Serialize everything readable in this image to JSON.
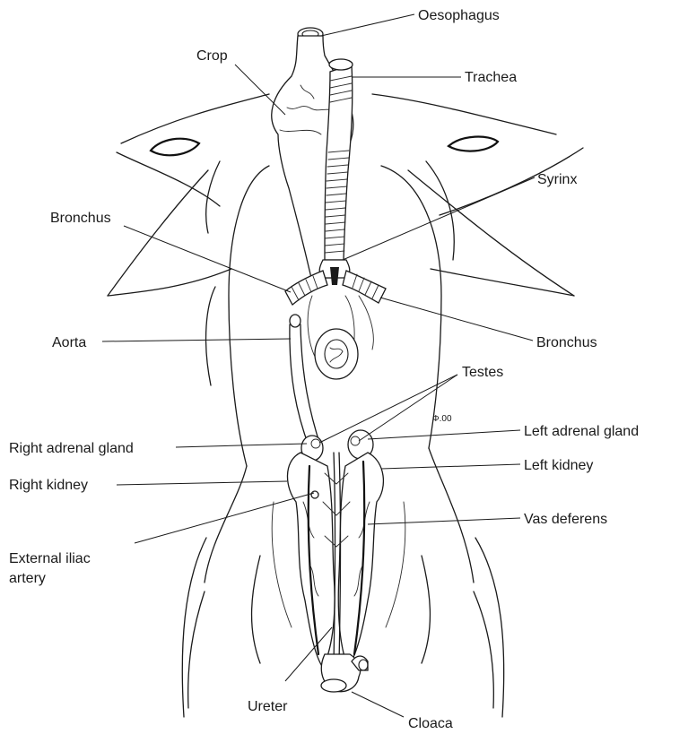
{
  "labels": {
    "oesophagus": "Oesophagus",
    "crop": "Crop",
    "trachea": "Trachea",
    "syrinx": "Syrinx",
    "bronchus_left": "Bronchus",
    "bronchus_right": "Bronchus",
    "aorta": "Aorta",
    "testes": "Testes",
    "right_adrenal_gland": "Right adrenal gland",
    "left_adrenal_gland": "Left adrenal gland",
    "right_kidney": "Right kidney",
    "left_kidney": "Left kidney",
    "vas_deferens": "Vas deferens",
    "external_iliac_artery_1": "External iliac",
    "external_iliac_artery_2": "artery",
    "ureter": "Ureter",
    "cloaca": "Cloaca"
  },
  "signature": "Ф.00"
}
